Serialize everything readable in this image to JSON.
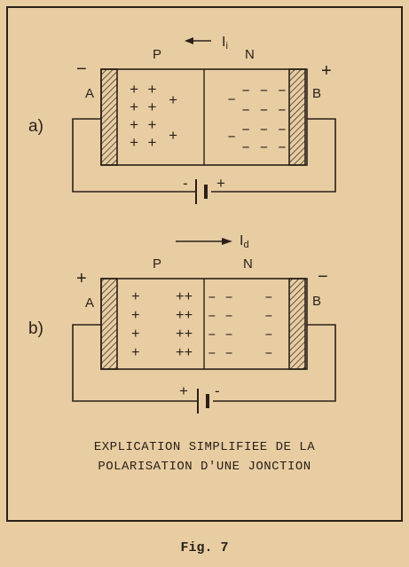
{
  "diagram_a": {
    "label": "a)",
    "current_label": "I",
    "current_sub": "i",
    "p_label": "P",
    "n_label": "N",
    "left_terminal": "A",
    "right_terminal": "B",
    "left_sign": "−",
    "right_sign": "+",
    "battery_left": "-",
    "battery_right": "+"
  },
  "diagram_b": {
    "label": "b)",
    "current_label": "I",
    "current_sub": "d",
    "p_label": "P",
    "n_label": "N",
    "left_terminal": "A",
    "right_terminal": "B",
    "left_sign": "+",
    "right_sign": "−",
    "battery_left": "+",
    "battery_right": "-"
  },
  "caption_line1": "EXPLICATION SIMPLIFIEE DE LA",
  "caption_line2": "POLARISATION D'UNE JONCTION",
  "figure_label": "Fig. 7",
  "colors": {
    "ink": "#2a2018",
    "paper": "#e8cda3"
  }
}
